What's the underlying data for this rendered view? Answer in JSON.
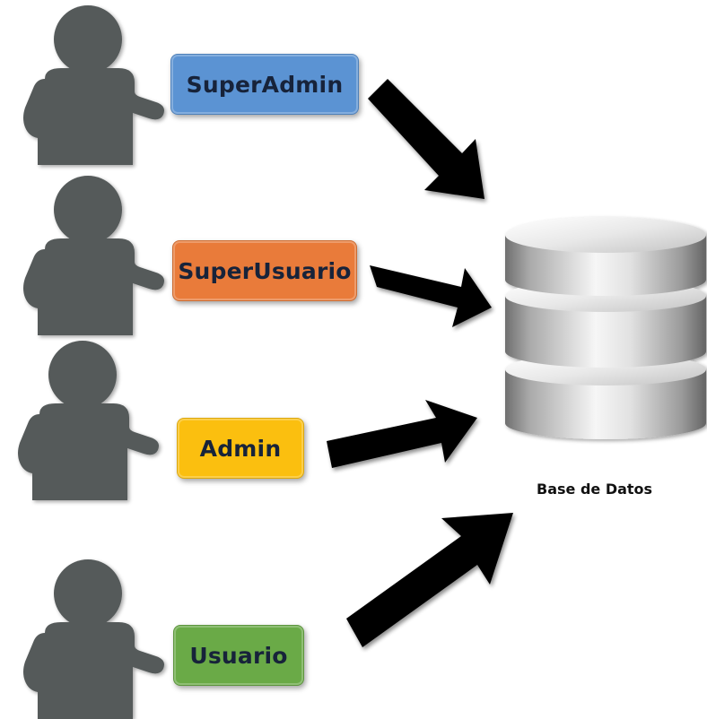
{
  "roles": [
    {
      "label": "SuperAdmin",
      "color": "#5b93d3"
    },
    {
      "label": "SuperUsuario",
      "color": "#e97b3a"
    },
    {
      "label": "Admin",
      "color": "#fbbf0f"
    },
    {
      "label": "Usuario",
      "color": "#6aaa47"
    }
  ],
  "database": {
    "label": "Base de Datos",
    "icon": "database-icon"
  },
  "icons": {
    "user": "person-icon",
    "arrow": "arrow-icon"
  },
  "colors": {
    "person": "#555a5a",
    "arrow": "#000000",
    "cylinder_light": "#f4f4f4",
    "cylinder_dark": "#6d6d6d"
  }
}
